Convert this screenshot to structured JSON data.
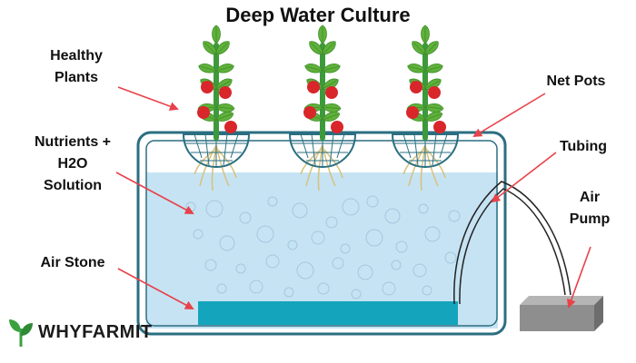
{
  "title": "Deep Water Culture",
  "labels": {
    "healthy_plants_line1": "Healthy",
    "healthy_plants_line2": "Plants",
    "nutrients_line1": "Nutrients +",
    "nutrients_line2": "H2O",
    "nutrients_line3": "Solution",
    "air_stone": "Air Stone",
    "net_pots": "Net Pots",
    "tubing": "Tubing",
    "air_pump_line1": "Air",
    "air_pump_line2": "Pump"
  },
  "logo": {
    "part1": "WHY",
    "part2": "FARM",
    "part3": "IT"
  },
  "colors": {
    "tank_outline": "#2b6e82",
    "water": "#c6e3f3",
    "air_stone": "#14a5bd",
    "arrow": "#e8424a",
    "leaf": "#5fb13a",
    "stem": "#3d9a3b",
    "tomato": "#d8262b",
    "net_pot": "#2a6f80",
    "pump": "#8e8e8e",
    "logo_green": "#3aa13f"
  }
}
